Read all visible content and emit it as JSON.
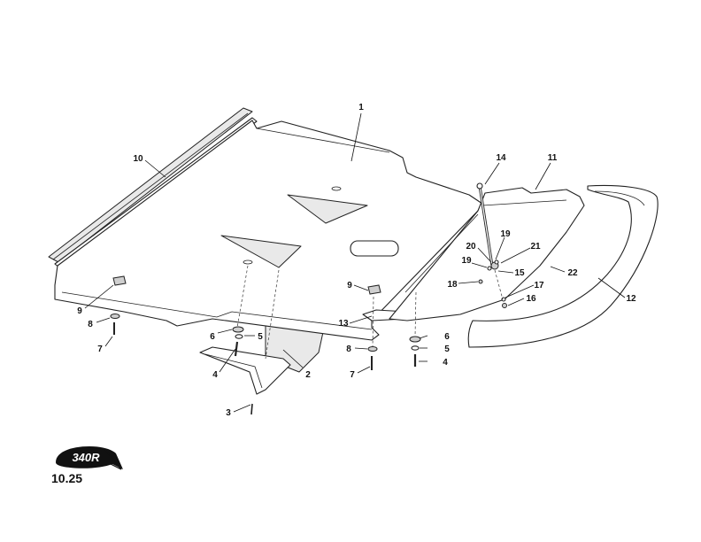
{
  "diagram": {
    "callouts": [
      "1",
      "2",
      "3",
      "4",
      "4",
      "5",
      "5",
      "6",
      "6",
      "7",
      "7",
      "8",
      "8",
      "9",
      "9",
      "10",
      "11",
      "12",
      "13",
      "14",
      "15",
      "16",
      "17",
      "18",
      "19",
      "19",
      "20",
      "21",
      "22"
    ]
  },
  "logo": {
    "text": "340R"
  },
  "page_ref": "10.25"
}
